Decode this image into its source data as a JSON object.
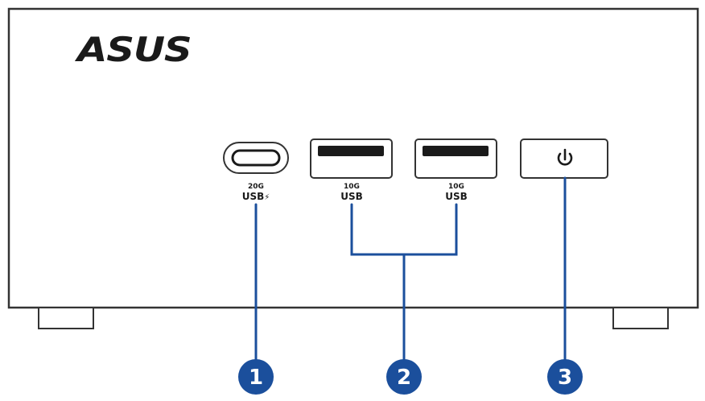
{
  "brand": {
    "logo_text": "ASUS"
  },
  "ports": [
    {
      "id": "usb-c",
      "speed": "20G",
      "label": "USB",
      "symbol": "⚡"
    },
    {
      "id": "usb-a-1",
      "speed": "10G",
      "label": "USB"
    },
    {
      "id": "usb-a-2",
      "speed": "10G",
      "label": "USB"
    }
  ],
  "power_button": {
    "icon": "power-icon",
    "glyph": "⏻"
  },
  "callouts": [
    {
      "number": "1"
    },
    {
      "number": "2"
    },
    {
      "number": "3"
    }
  ],
  "colors": {
    "callout_blue": "#1b4f9c",
    "leader_line": "#1b4f9c",
    "outline": "#333333",
    "body_fill": "#ffffff"
  }
}
